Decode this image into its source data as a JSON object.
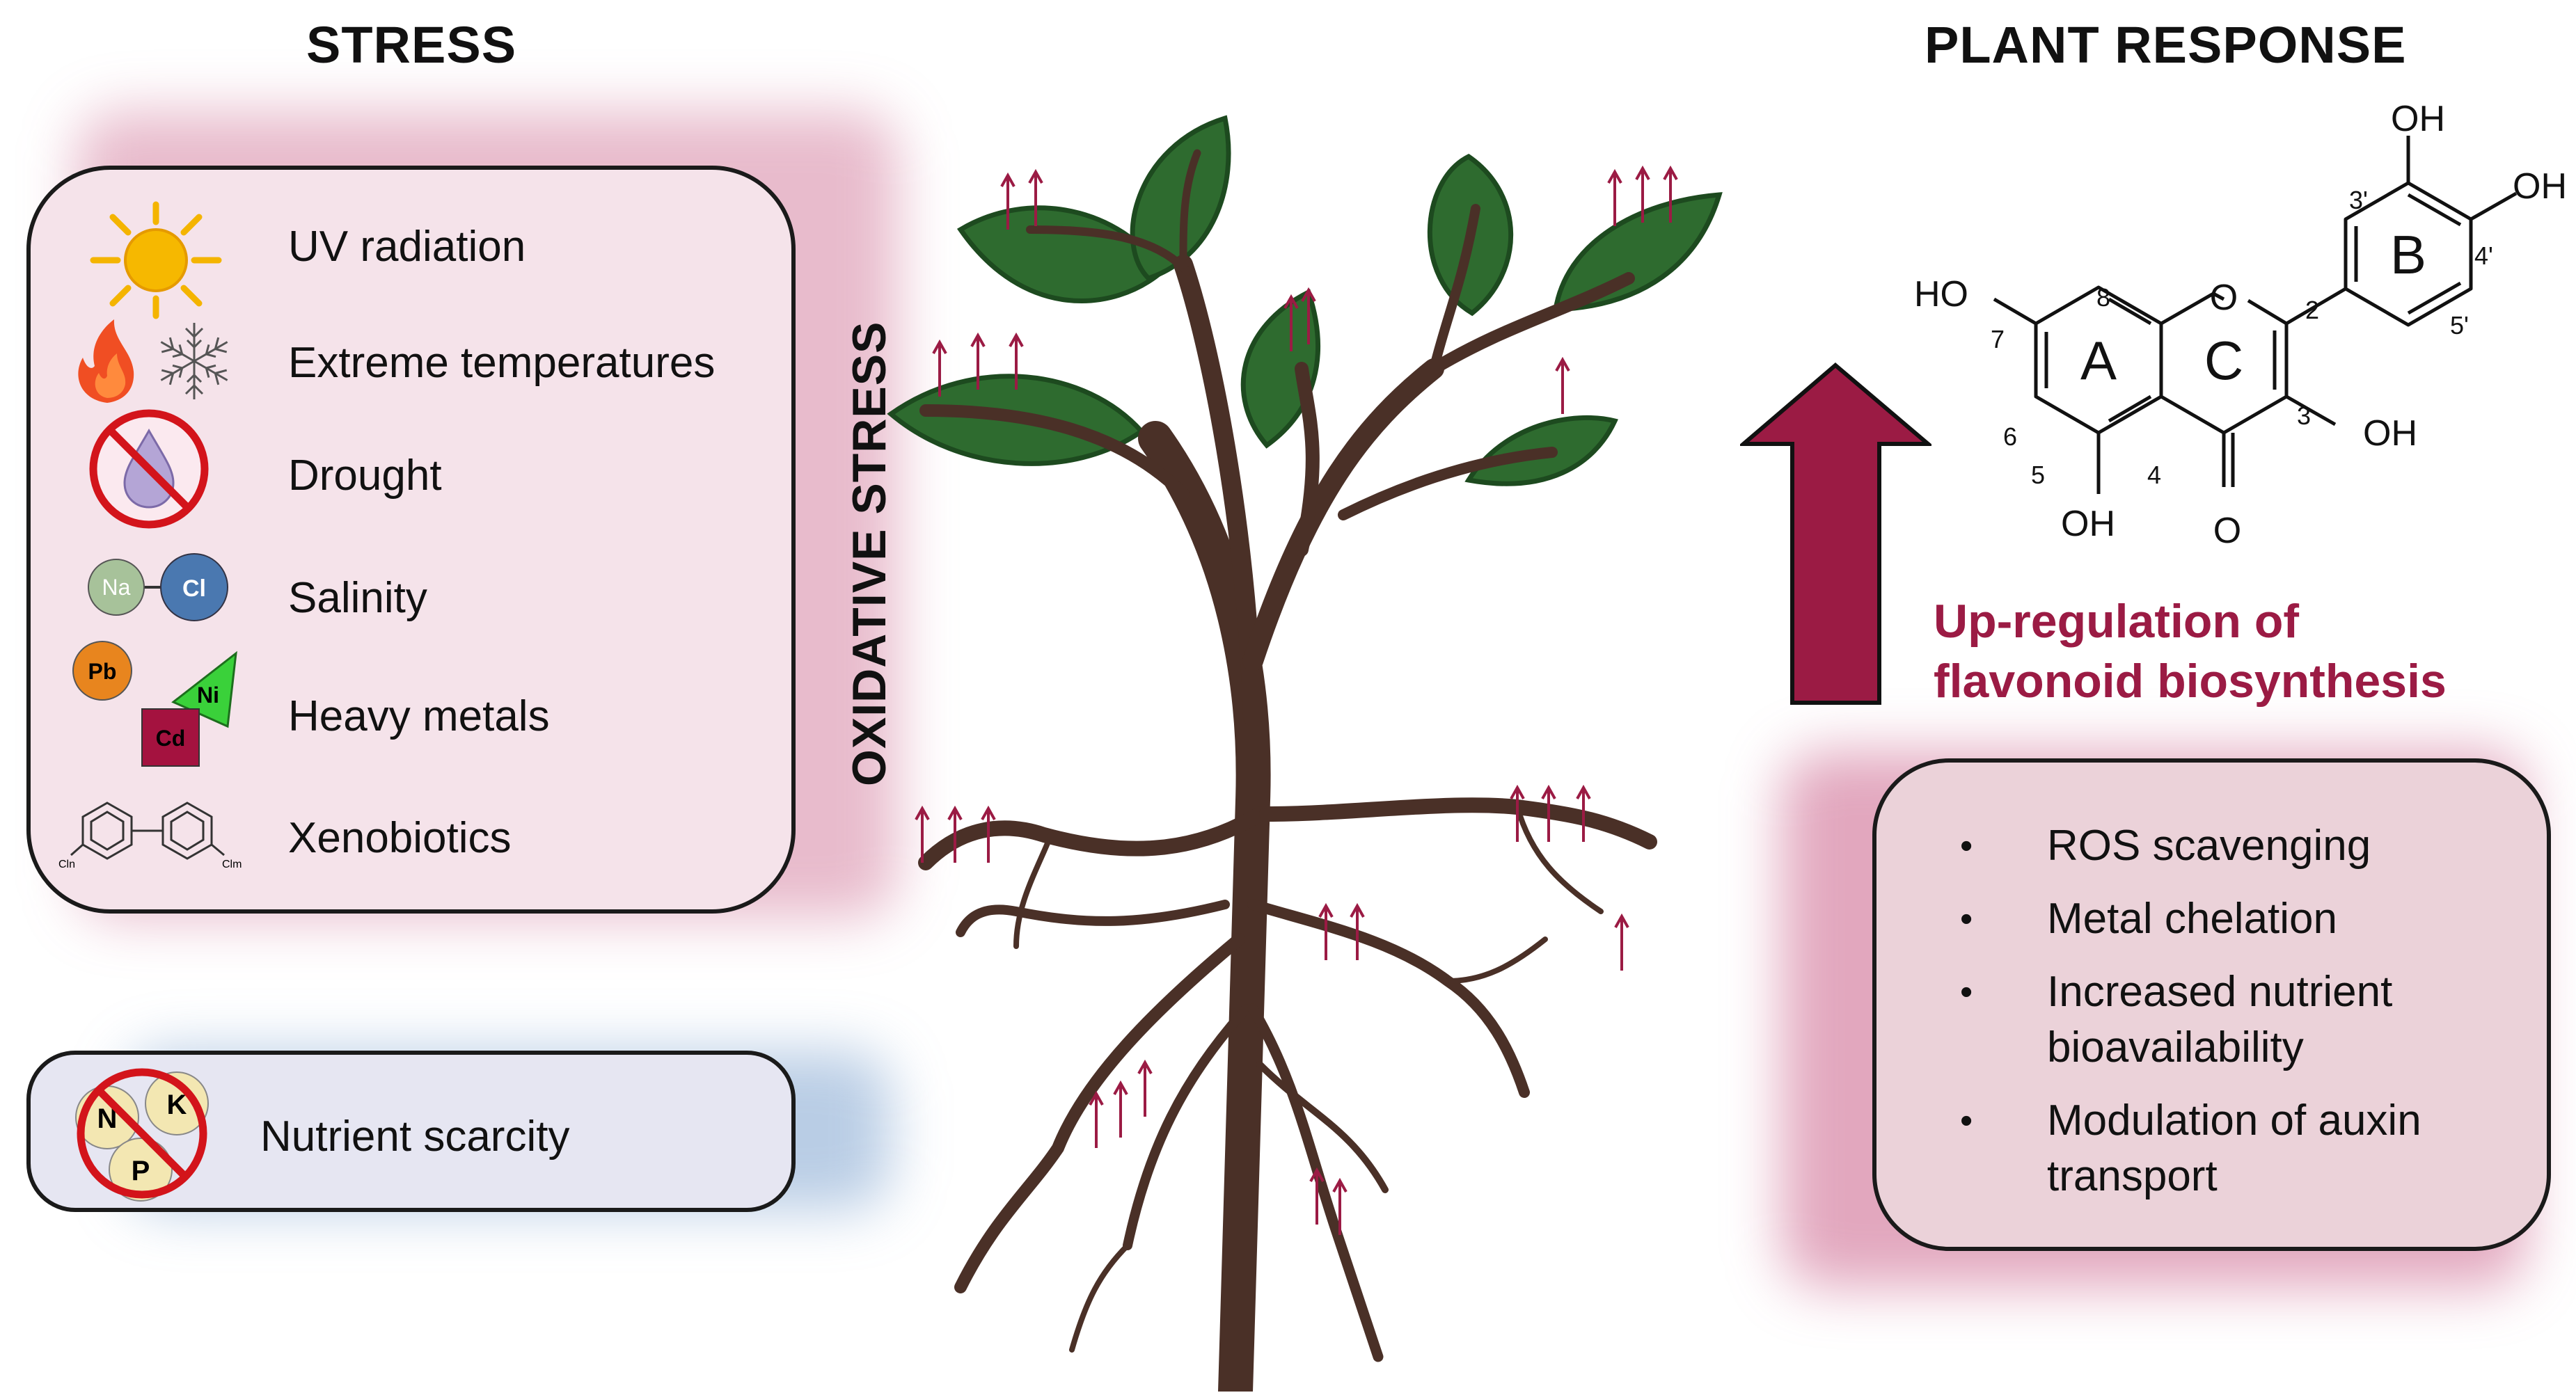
{
  "headings": {
    "stress": "STRESS",
    "plant_response": "PLANT RESPONSE"
  },
  "stress_items": [
    {
      "label": "UV radiation",
      "icon": "sun-icon"
    },
    {
      "label": "Extreme temperatures",
      "icon": "fire-snowflake-icon"
    },
    {
      "label": "Drought",
      "icon": "no-water-icon"
    },
    {
      "label": "Salinity",
      "icon": "sodium-chloride-icon"
    },
    {
      "label": "Heavy metals",
      "icon": "heavy-metals-icon"
    },
    {
      "label": "Xenobiotics",
      "icon": "biphenyl-icon"
    }
  ],
  "metal_symbols": {
    "na": "Na",
    "cl": "Cl",
    "pb": "Pb",
    "ni": "Ni",
    "cd": "Cd"
  },
  "xenobiotic_subscripts": {
    "left": "Cln",
    "right": "Clm"
  },
  "nutrient": {
    "label": "Nutrient scarcity",
    "symbols": {
      "n": "N",
      "k": "K",
      "p": "P"
    }
  },
  "oxidative_stress": "OXIDATIVE STRESS",
  "upregulation": {
    "line1": "Up-regulation of",
    "line2": "flavonoid biosynthesis"
  },
  "responses": [
    [
      "ROS scavenging"
    ],
    [
      "Metal chelation"
    ],
    [
      "Increased nutrient",
      "bioavailability"
    ],
    [
      "Modulation of auxin",
      "transport"
    ]
  ],
  "flavonoid_labels": {
    "ring_a": "A",
    "ring_b": "B",
    "ring_c": "C",
    "oh": "OH",
    "ho": "HO",
    "o": "O",
    "pos_2": "2",
    "pos_3": "3",
    "pos_4": "4",
    "pos_5": "5",
    "pos_6": "6",
    "pos_7": "7",
    "pos_8": "8",
    "pos_3p": "3'",
    "pos_4p": "4'",
    "pos_5p": "5'"
  },
  "colors": {
    "accent": "#9b1b44",
    "leaf": "#2e6b2f",
    "trunk": "#4a3027",
    "stress_box": "#f5e3ea",
    "nutrient_box": "#e6e6f2",
    "response_box": "#ebd2d9"
  }
}
